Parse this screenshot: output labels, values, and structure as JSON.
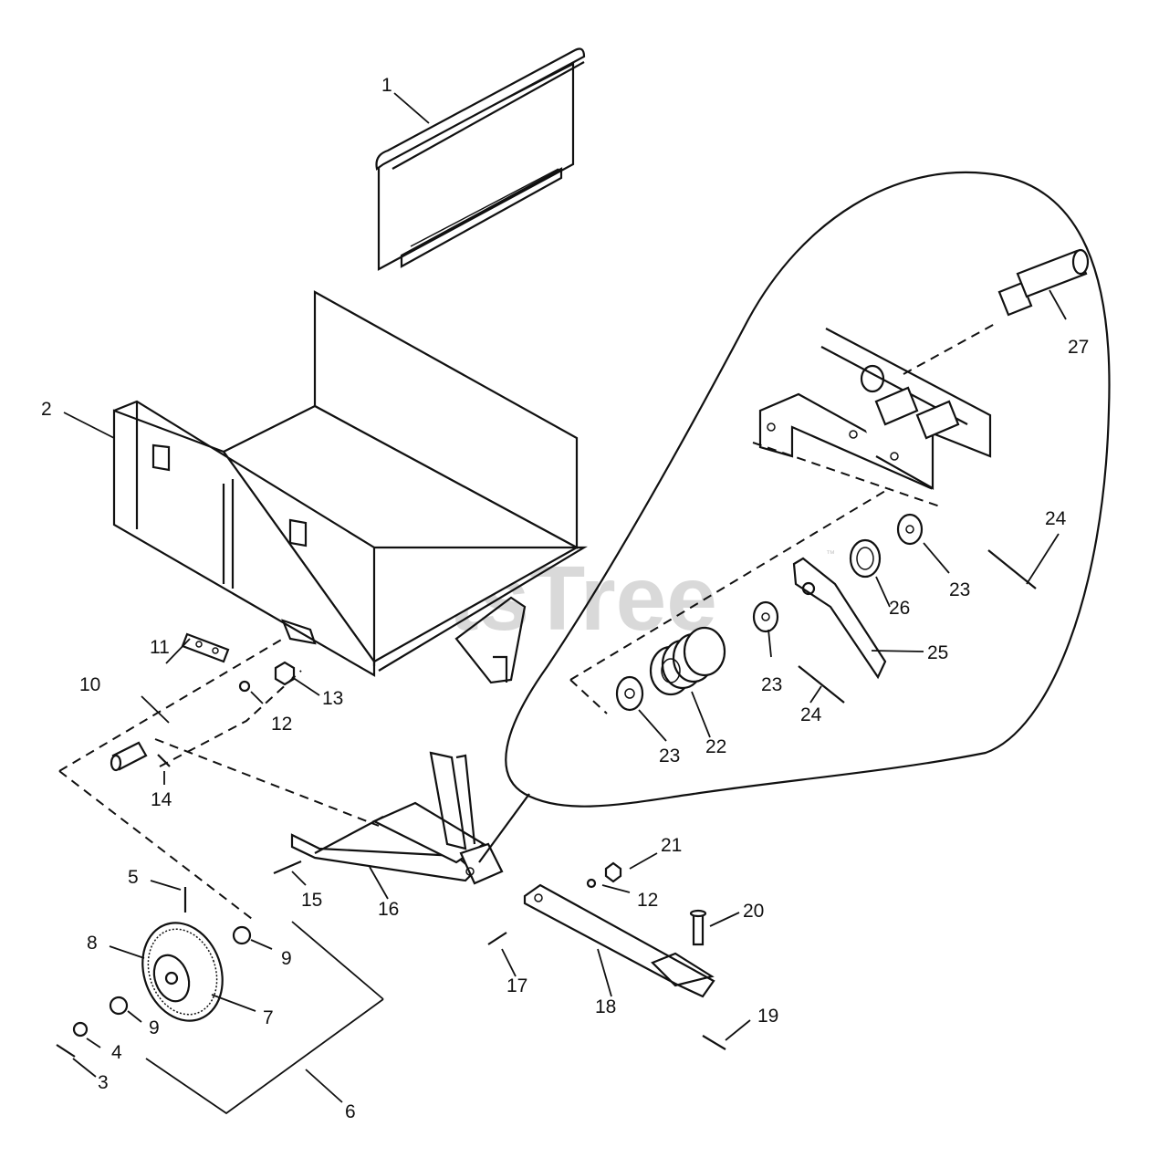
{
  "watermark": "PartsTree",
  "watermark_tm": "™",
  "part_labels": [
    "1",
    "2",
    "3",
    "4",
    "5",
    "6",
    "7",
    "8",
    "9",
    "9",
    "10",
    "11",
    "12",
    "12",
    "13",
    "14",
    "15",
    "16",
    "17",
    "18",
    "19",
    "20",
    "21",
    "22",
    "23",
    "23",
    "23",
    "24",
    "24",
    "25",
    "26",
    "27"
  ]
}
